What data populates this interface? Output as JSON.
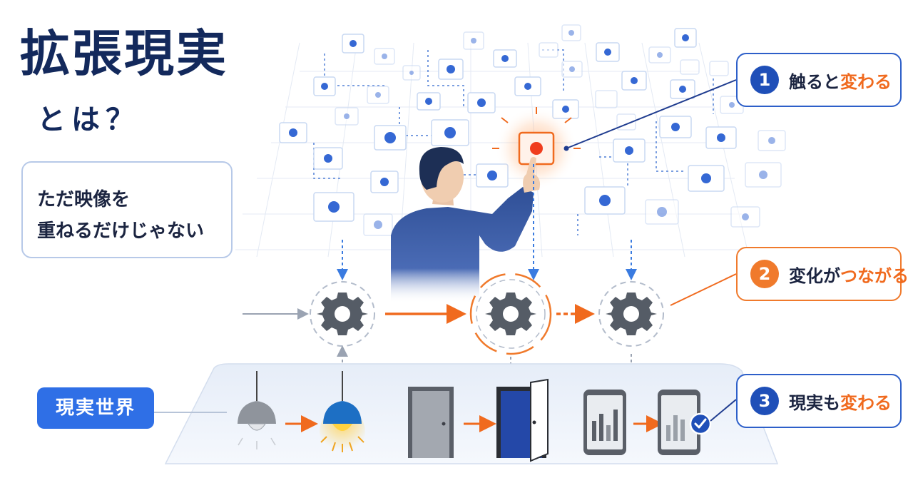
{
  "title": {
    "main": "拡張現実",
    "sub": "とは？"
  },
  "intro": {
    "line1": "ただ映像を",
    "line2": "重ねるだけじゃない"
  },
  "world_label": "現実世界",
  "callouts": [
    {
      "number": "1",
      "prefix": "触ると",
      "highlight": "変わる",
      "suffix": ""
    },
    {
      "number": "2",
      "prefix": "変化が",
      "highlight": "つながる",
      "suffix": ""
    },
    {
      "number": "3",
      "prefix": "現実も",
      "highlight": "変わる",
      "suffix": ""
    }
  ],
  "colors": {
    "navy": "#13295c",
    "accent_blue": "#2f6fe6",
    "accent_orange": "#f07a2c",
    "gear_gray": "#555c66",
    "door_blue": "#2448a8"
  },
  "icons": {
    "gear": "gear-icon",
    "lamp_off": "pendant-lamp-off-icon",
    "lamp_on": "pendant-lamp-on-icon",
    "door_closed": "door-closed-icon",
    "door_open": "door-open-icon",
    "tablet": "tablet-chart-icon",
    "check": "check-circle-icon",
    "target": "touch-target-icon"
  }
}
